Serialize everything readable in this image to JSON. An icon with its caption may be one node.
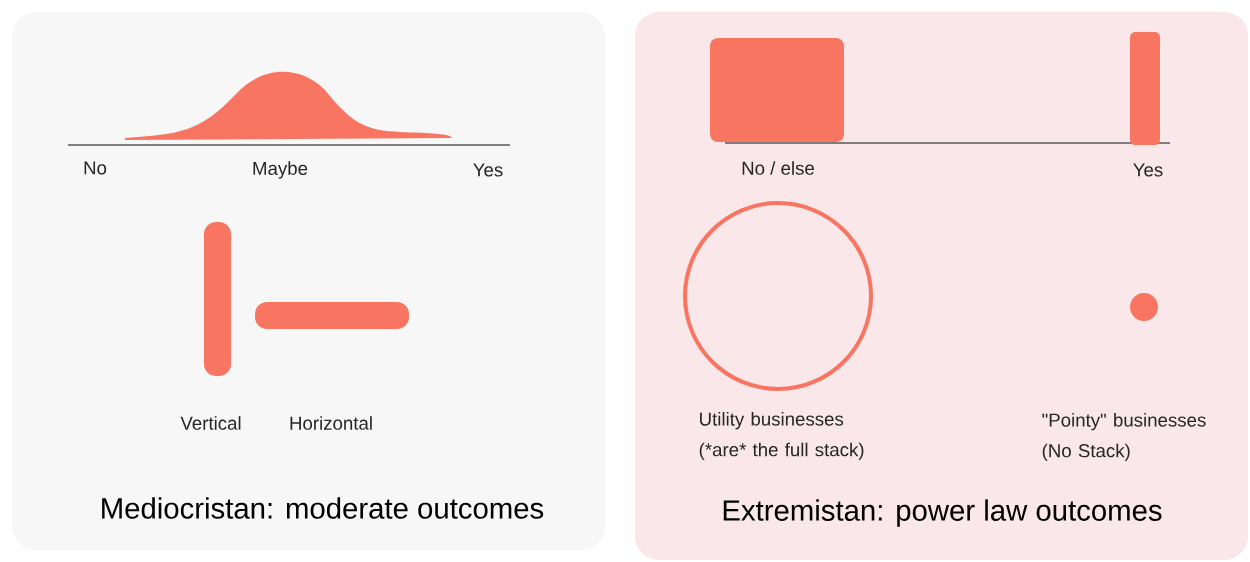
{
  "diagram": {
    "nodes": [
      {
        "text": [
          "Mediocristan: moderate outcomes"
        ]
      },
      {
        "text": [
          "Extremistan: power law outcomes"
        ]
      }
    ],
    "labels": [
      "No",
      "Maybe",
      "Yes",
      "Vertical",
      "Horizontal",
      "No / else",
      "Yes",
      "Utility businesses (*are* the full stack)",
      "\"Pointy\" businesses (No Stack)"
    ]
  }
}
